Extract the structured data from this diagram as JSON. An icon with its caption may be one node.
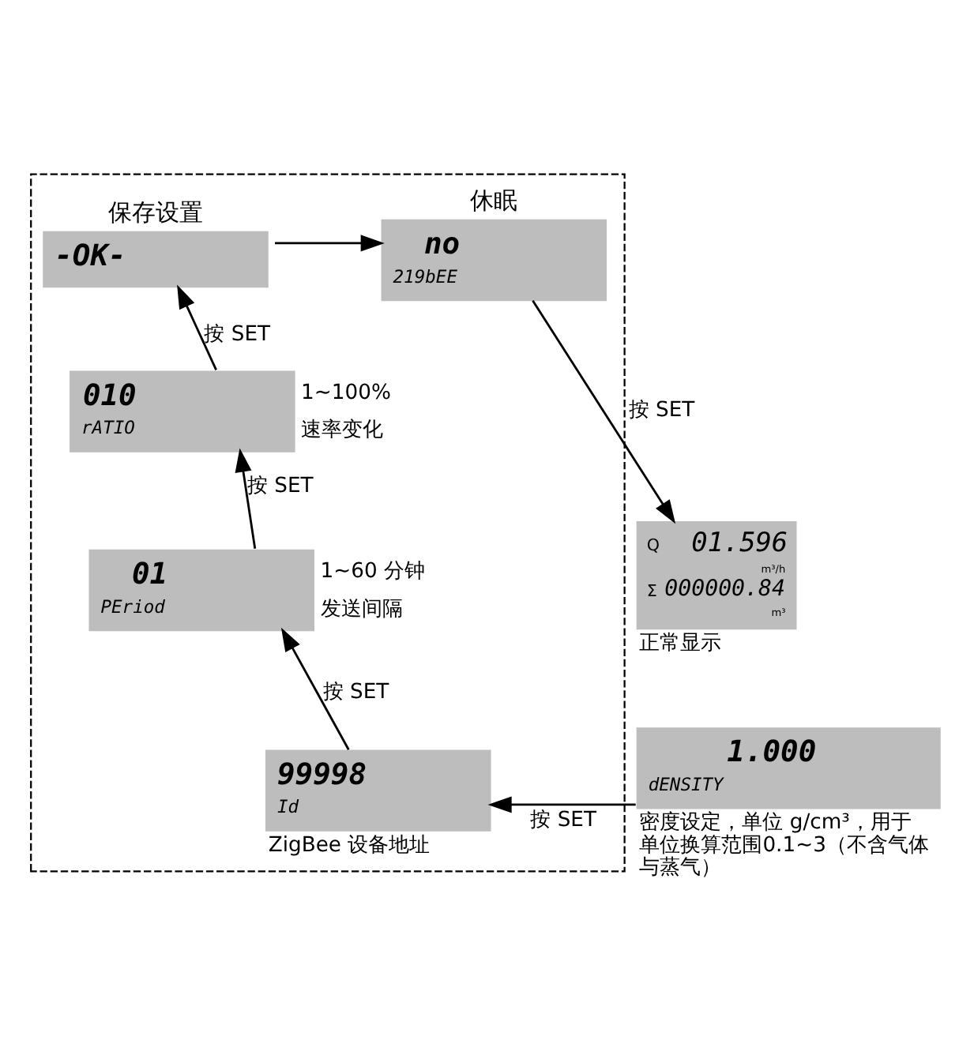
{
  "diagram": {
    "nodes": [
      {
        "text": [],
        "shape": "box"
      },
      {
        "text": [
          "休眠",
          "no",
          "219bEE"
        ],
        "in": 0
      },
      {
        "text": [
          "保存设置",
          "-OK-"
        ],
        "in": 0
      },
      {
        "text": [
          "010",
          "rATIO"
        ],
        "beside": [
          "1~100%",
          "速率变化"
        ],
        "in": 0
      },
      {
        "text": [
          "01",
          "PEriod"
        ],
        "beside": [
          "1~60 分钟",
          "发送间隔"
        ],
        "in": 0
      },
      {
        "text": [
          "99998",
          "Id"
        ],
        "beside": [
          "ZigBee 设备地址"
        ],
        "in": 0
      },
      {
        "text": [
          "Q",
          "01.596",
          "m³/h",
          "Σ",
          "000000.84",
          "m³"
        ],
        "beside": [
          "正常显示"
        ]
      },
      {
        "text": [
          "1.000",
          "dENSITY"
        ],
        "beside": [
          "密度设定，单位 g/cm³，用于单位换算范围0.1~3（不含气体与蒸气）"
        ]
      }
    ],
    "edges": [
      {
        "from": 2,
        "to": 1,
        "arrow": "to"
      },
      {
        "from": 1,
        "to": 6,
        "arrow": "to",
        "label": "按 SET"
      },
      {
        "from": 3,
        "to": 2,
        "arrow": "to",
        "label": "按 SET"
      },
      {
        "from": 4,
        "to": 3,
        "arrow": "to",
        "label": "按 SET"
      },
      {
        "from": 5,
        "to": 4,
        "arrow": "to",
        "label": "按 SET"
      },
      {
        "from": 7,
        "to": 5,
        "arrow": "to",
        "label": "按 SET"
      }
    ]
  }
}
